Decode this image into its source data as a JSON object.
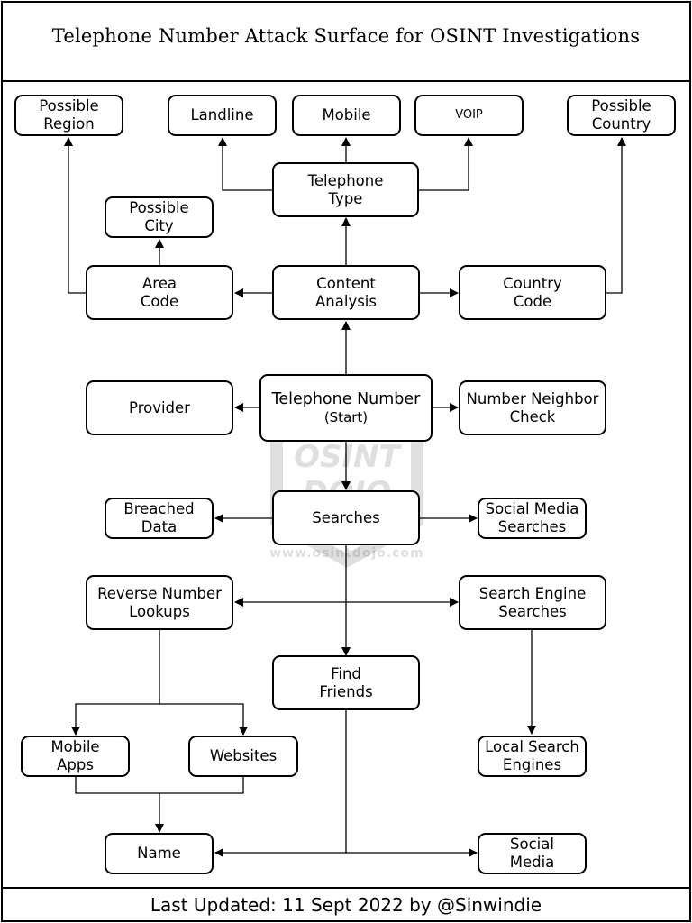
{
  "title": "Telephone Number Attack Surface for OSINT Investigations",
  "footer": "Last Updated: 11 Sept 2022 by @Sinwindie",
  "watermark": {
    "brand_top": "OSINT",
    "brand_bottom": "DOJO",
    "url": "www.osintdojo.com"
  },
  "nodes": {
    "possible_region": "Possible\nRegion",
    "landline": "Landline",
    "mobile": "Mobile",
    "voip": "VOIP",
    "possible_country": "Possible\nCountry",
    "telephone_type": "Telephone\nType",
    "possible_city": "Possible\nCity",
    "area_code": "Area\nCode",
    "content_analysis": "Content\nAnalysis",
    "country_code": "Country\nCode",
    "provider": "Provider",
    "telephone_number": "Telephone Number",
    "telephone_number_sub": "(Start)",
    "number_neighbor_check": "Number Neighbor\nCheck",
    "breached_data": "Breached\nData",
    "searches": "Searches",
    "social_media_searches": "Social Media\nSearches",
    "reverse_number_lookups": "Reverse Number\nLookups",
    "search_engine_searches": "Search Engine\nSearches",
    "find_friends": "Find\nFriends",
    "mobile_apps": "Mobile\nApps",
    "websites": "Websites",
    "local_search_engines": "Local Search\nEngines",
    "name": "Name",
    "social_media": "Social\nMedia"
  }
}
